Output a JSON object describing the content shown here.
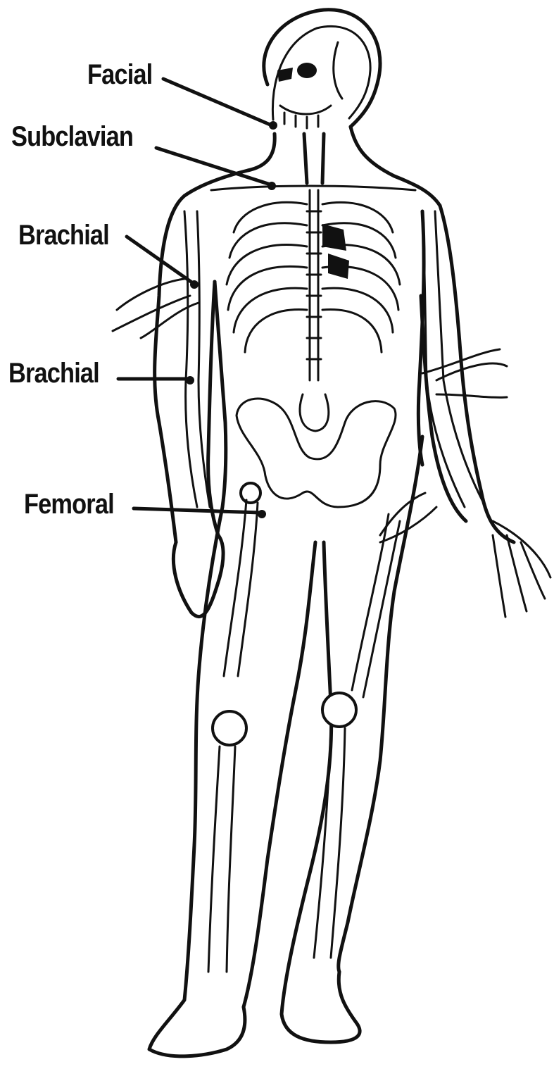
{
  "diagram": {
    "labels": {
      "facial": "Facial",
      "subclavian": "Subclavian",
      "brachial_upper": "Brachial",
      "brachial_lower": "Brachial",
      "femoral": "Femoral"
    },
    "colors": {
      "line": "#111111",
      "background": "#ffffff"
    }
  }
}
